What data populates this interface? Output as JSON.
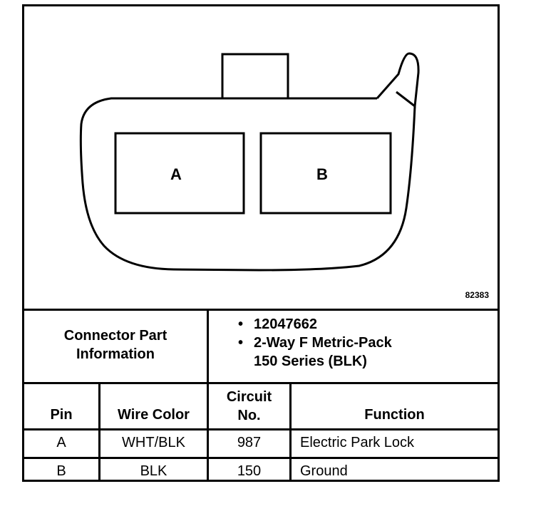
{
  "diagram": {
    "pin_labels": [
      "A",
      "B"
    ],
    "figure_number": "82383"
  },
  "connector_info": {
    "label": "Connector Part Information",
    "part_number": "12047662",
    "description_line1": "2-Way F Metric-Pack",
    "description_line2": "150 Series (BLK)",
    "bullet": "•"
  },
  "table": {
    "headers": {
      "pin": "Pin",
      "wire_color": "Wire Color",
      "circuit_line1": "Circuit",
      "circuit_line2": "No.",
      "function": "Function"
    },
    "rows": [
      {
        "pin": "A",
        "wire_color": "WHT/BLK",
        "circuit": "987",
        "function": "Electric Park Lock"
      },
      {
        "pin": "B",
        "wire_color": "BLK",
        "circuit": "150",
        "function": "Ground"
      }
    ]
  }
}
